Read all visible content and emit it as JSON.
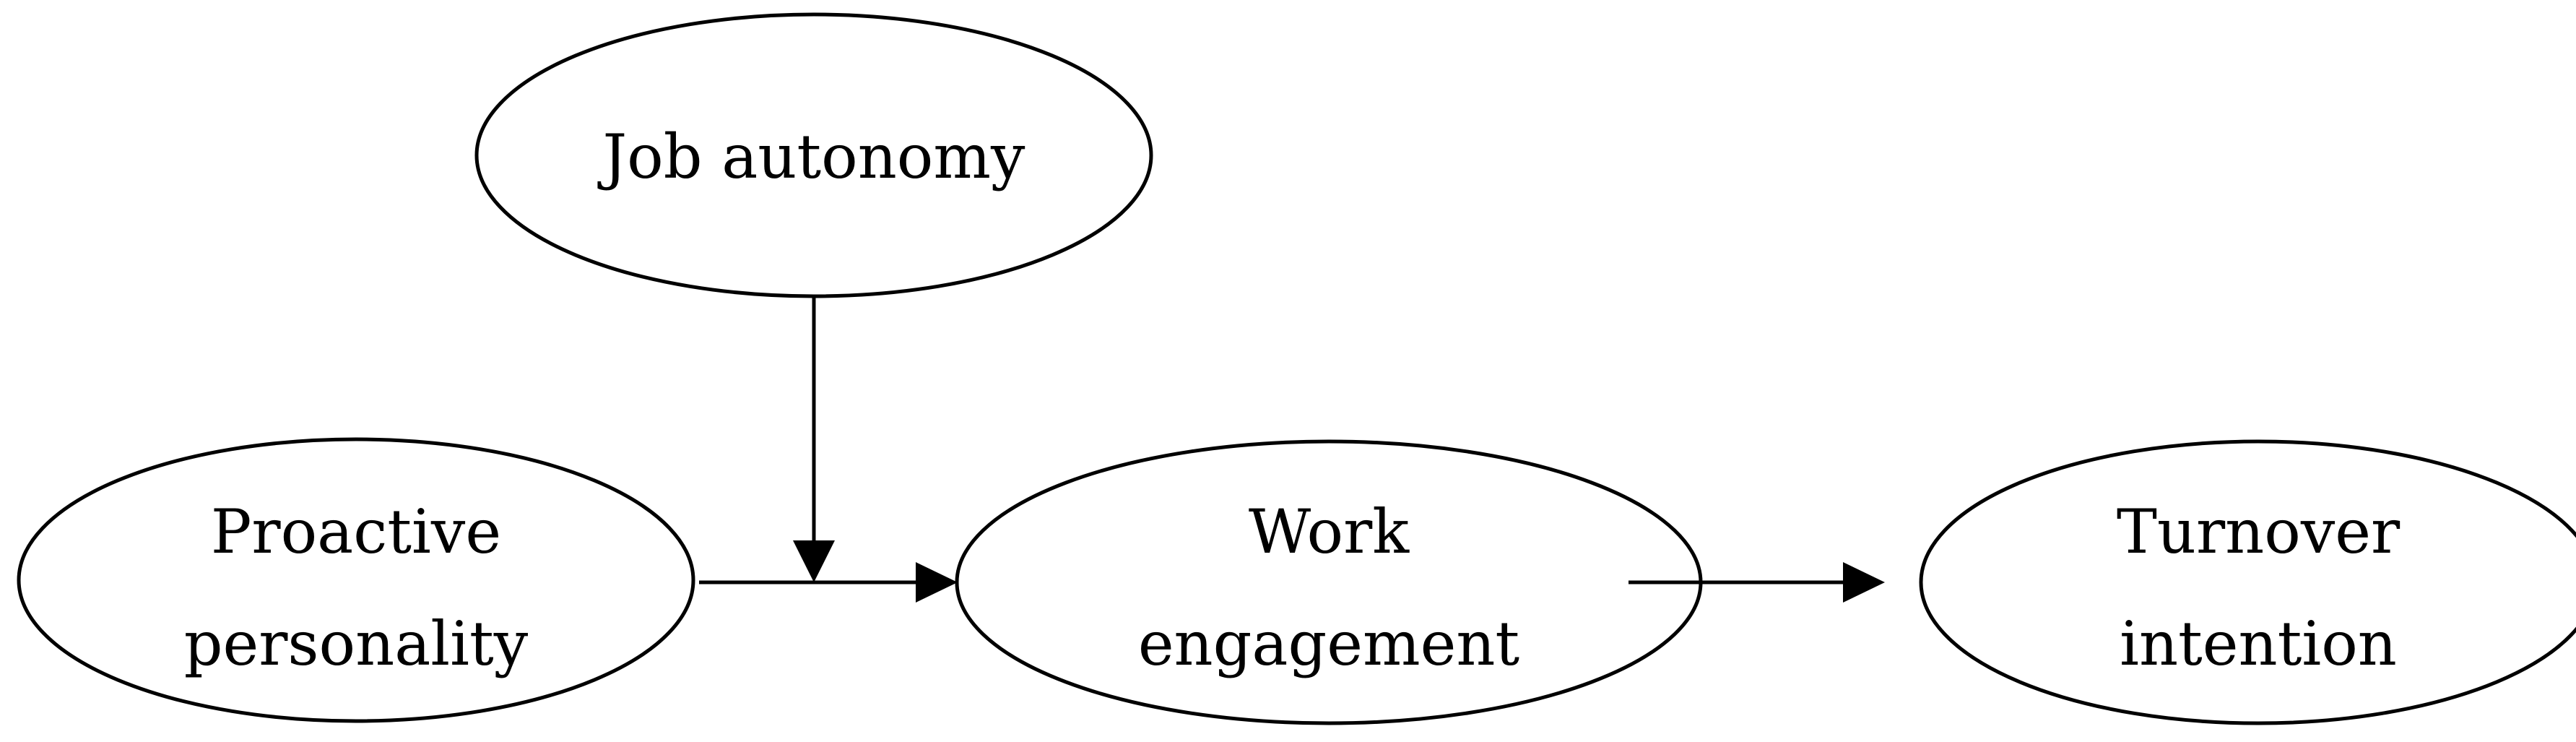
{
  "diagram": {
    "nodes": {
      "job_autonomy": {
        "label": "Job autonomy"
      },
      "proactive_personality": {
        "line1": "Proactive",
        "line2": "personality"
      },
      "work_engagement": {
        "line1": "Work",
        "line2": "engagement"
      },
      "turnover_intention": {
        "line1": "Turnover",
        "line2": "intention"
      }
    },
    "edges": [
      {
        "from": "Job autonomy",
        "to": "Proactive personality → Work engagement path",
        "kind": "moderation"
      },
      {
        "from": "Proactive personality",
        "to": "Work engagement",
        "kind": "direct"
      },
      {
        "from": "Work engagement",
        "to": "Turnover intention",
        "kind": "direct"
      }
    ],
    "colors": {
      "stroke": "#000000",
      "fill": "#ffffff",
      "text": "#000000"
    }
  }
}
